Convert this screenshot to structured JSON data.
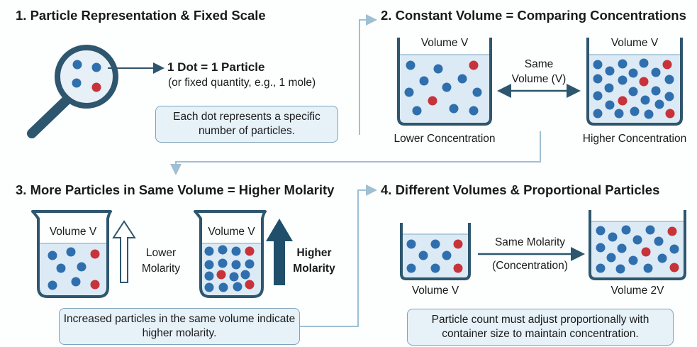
{
  "colors": {
    "particle_blue": "#2f6fae",
    "particle_red": "#c8323a",
    "outline": "#2e566e",
    "liquid": "#dbeaf4",
    "connector": "#9fbfd3"
  },
  "panel1": {
    "title": "1. Particle Representation & Fixed Scale",
    "heading": "1 Dot = 1 Particle",
    "subheading": "(or fixed quantity, e.g., 1 mole)",
    "note": "Each dot represents a specific number of particles."
  },
  "panel2": {
    "title": "2. Constant Volume = Comparing Concentrations",
    "left_volume": "Volume V",
    "right_volume": "Volume V",
    "arrow_label_line1": "Same",
    "arrow_label_line2": "Volume (V)",
    "left_caption": "Lower Concentration",
    "right_caption": "Higher Concentration"
  },
  "panel3": {
    "title": "3. More Particles in Same Volume = Higher Molarity",
    "left_volume": "Volume V",
    "right_volume": "Volume V",
    "lower_line1": "Lower",
    "lower_line2": "Molarity",
    "higher_line1": "Higher",
    "higher_line2": "Molarity",
    "note": "Increased particles in the same volume indicate higher molarity."
  },
  "panel4": {
    "title": "4. Different Volumes & Proportional Particles",
    "arrow_label_line1": "Same Molarity",
    "arrow_label_line2": "(Concentration)",
    "left_caption": "Volume V",
    "right_caption": "Volume 2V",
    "note": "Particle count must adjust proportionally with container size to maintain concentration."
  }
}
